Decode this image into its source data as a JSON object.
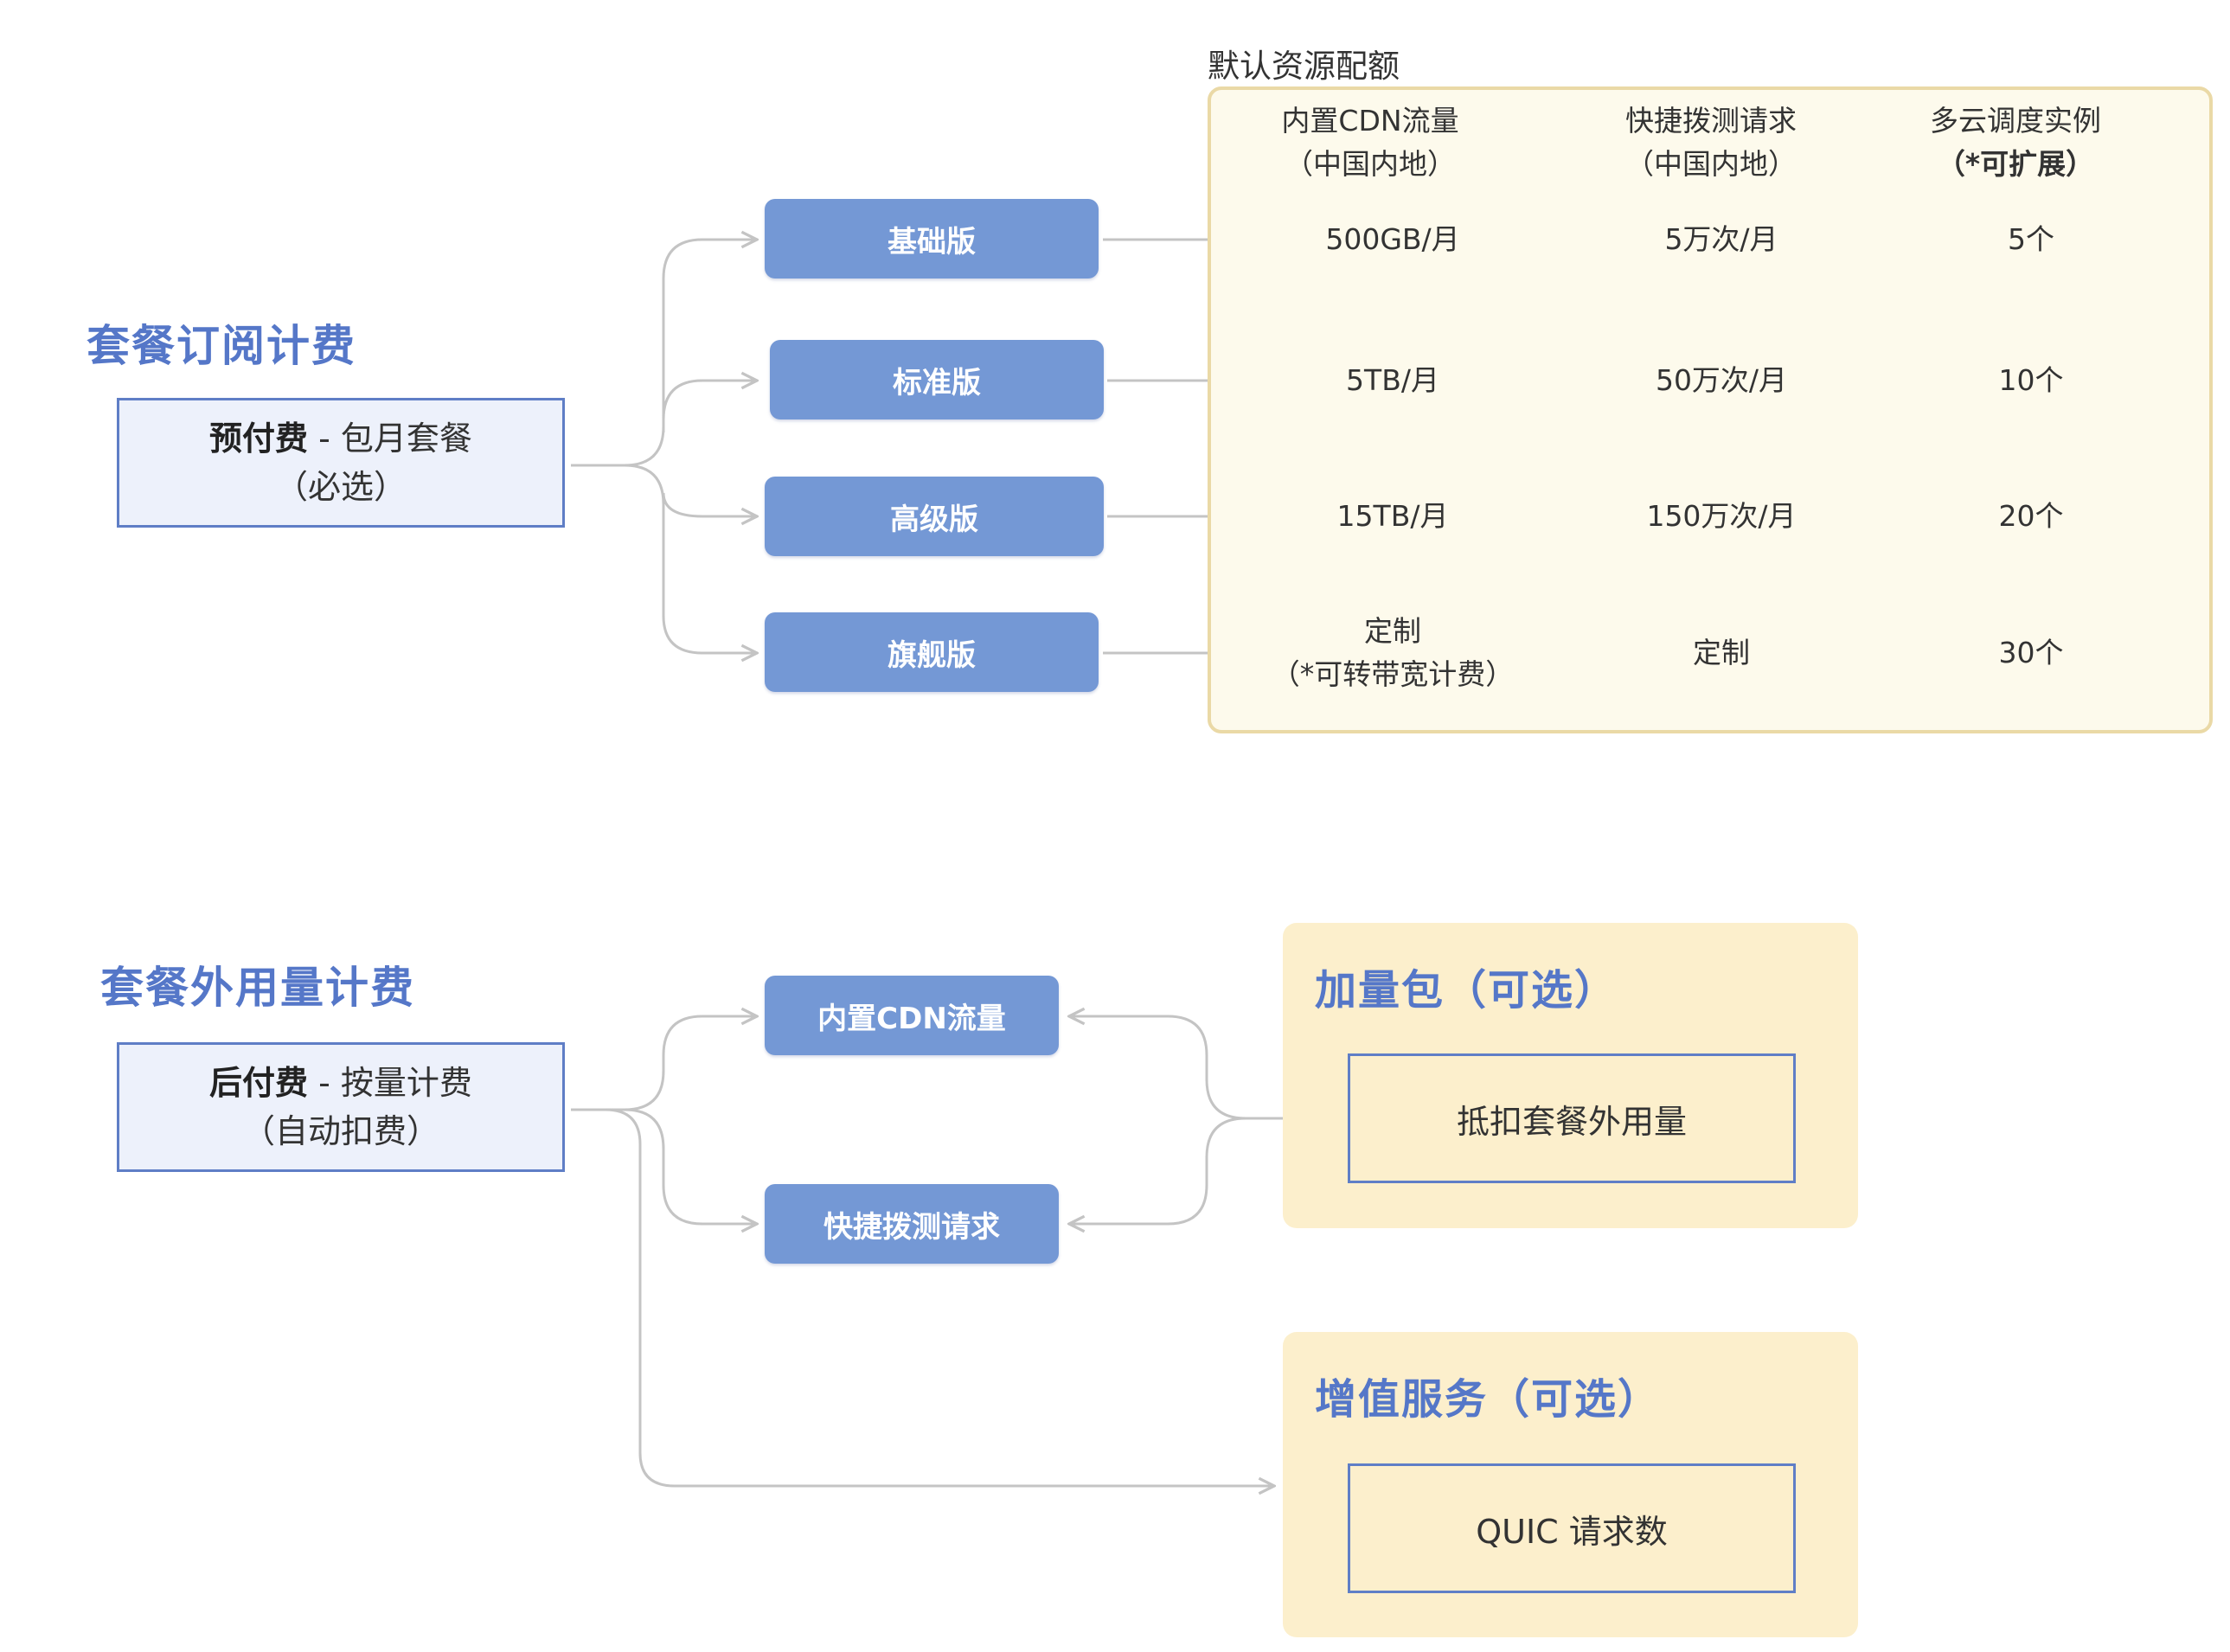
{
  "subscription": {
    "title": "套餐订阅计费",
    "box_bold": "预付费",
    "box_rest": " - 包月套餐",
    "box_line2": "（必选）",
    "tiers": [
      "基础版",
      "标准版",
      "高级版",
      "旗舰版"
    ]
  },
  "quota": {
    "caption": "默认资源配额",
    "headers": [
      {
        "line1": "内置CDN流量",
        "line2": "（中国内地）"
      },
      {
        "line1": "快捷拨测请求",
        "line2": "（中国内地）"
      },
      {
        "line1": "多云调度实例",
        "line2": "（*可扩展）"
      }
    ],
    "rows": [
      {
        "cdn": "500GB/月",
        "cdn_note": "",
        "probe": "5万次/月",
        "instances": "5个"
      },
      {
        "cdn": "5TB/月",
        "cdn_note": "",
        "probe": "50万次/月",
        "instances": "10个"
      },
      {
        "cdn": "15TB/月",
        "cdn_note": "",
        "probe": "150万次/月",
        "instances": "20个"
      },
      {
        "cdn": "定制",
        "cdn_note": "（*可转带宽计费）",
        "probe": "定制",
        "instances": "30个"
      }
    ]
  },
  "usage": {
    "title": "套餐外用量计费",
    "box_bold": "后付费",
    "box_rest": " - 按量计费",
    "box_line2": "（自动扣费）",
    "items": [
      "内置CDN流量",
      "快捷拨测请求"
    ]
  },
  "addon_pack": {
    "title": "加量包（可选）",
    "item": "抵扣套餐外用量"
  },
  "value_added": {
    "title": "增值服务（可选）",
    "item": "QUIC 请求数"
  },
  "colors": {
    "accent_blue": "#5577c8",
    "tier_fill": "#7498d5",
    "quota_panel_fill": "#fdfaec",
    "addon_panel_fill": "#fcefcc",
    "connector": "#c4c4c4"
  }
}
